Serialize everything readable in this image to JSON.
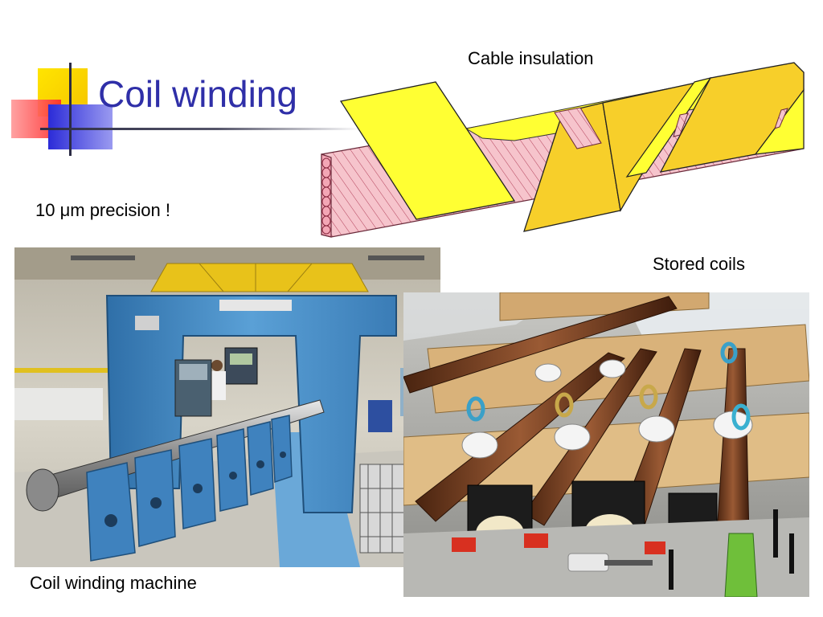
{
  "slide": {
    "title": "Coil winding",
    "precision_note": "10 μm precision !",
    "cable_label": "Cable insulation",
    "stored_label": "Stored coils",
    "machine_label": "Coil winding machine"
  },
  "colors": {
    "title": "#2f2fa8",
    "tape_yellow": "#ffff33",
    "tape_dark_yellow": "#f7cf2a",
    "cable_pink": "#f6c4cc",
    "machine_blue": "#4a8fc8"
  },
  "icons": {
    "deco": "title-decoration-squares"
  }
}
